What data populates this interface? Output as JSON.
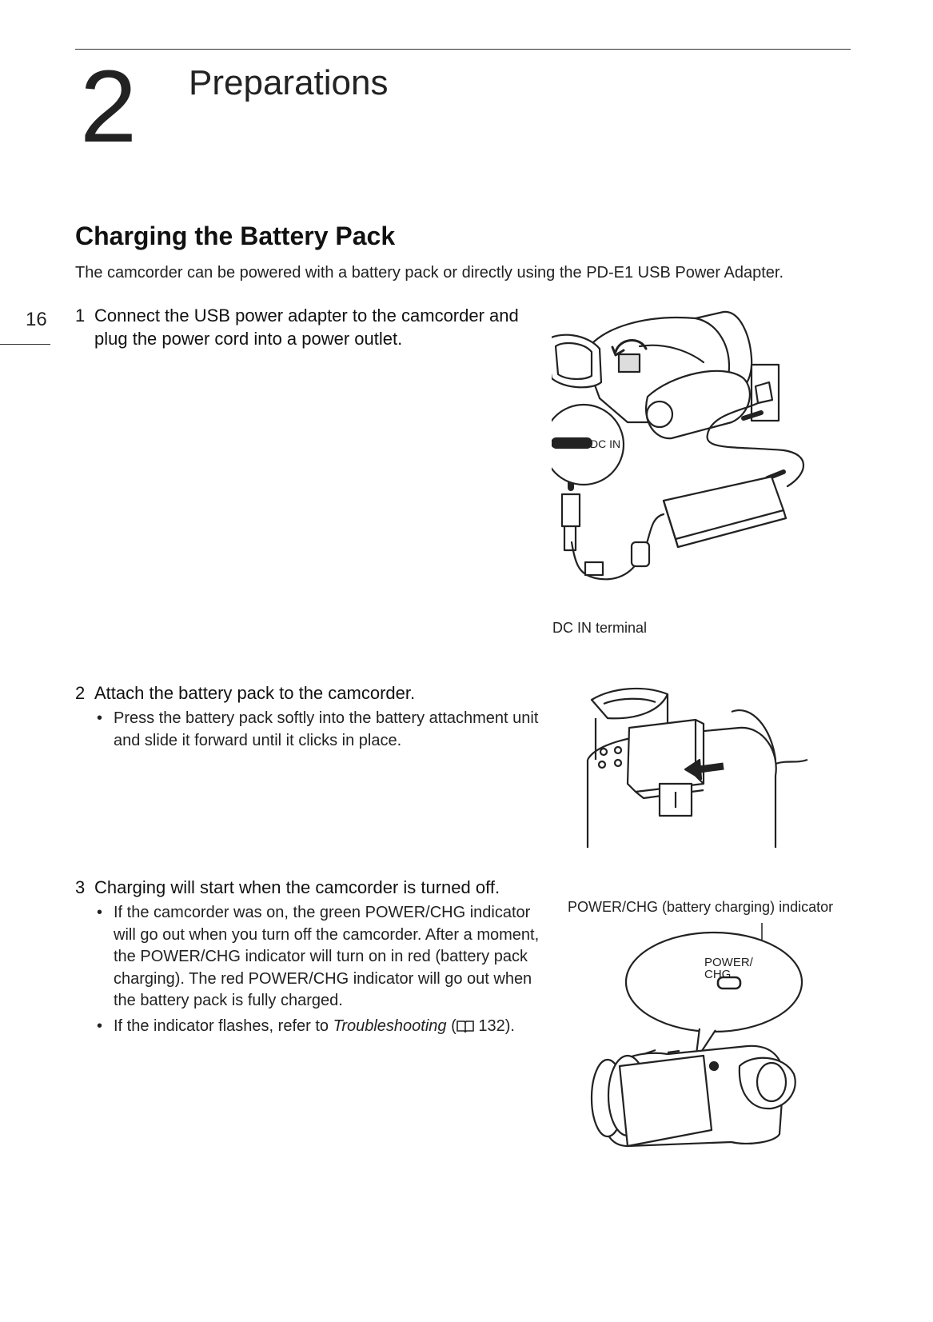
{
  "chapter": {
    "number": "2",
    "title": "Preparations"
  },
  "page_number": "16",
  "section": {
    "title": "Charging the Battery Pack",
    "intro": "The camcorder can be powered with a battery pack or directly using the PD-E1 USB Power Adapter."
  },
  "steps": [
    {
      "number": "1",
      "text": "Connect the USB power adapter to the camcorder and plug the power cord into a power outlet.",
      "bullets": []
    },
    {
      "number": "2",
      "text": "Attach the battery pack to the camcorder.",
      "bullets": [
        "Press the battery pack softly into the battery attachment unit and slide it forward until it clicks in place."
      ]
    },
    {
      "number": "3",
      "text": "Charging will start when the camcorder is turned off.",
      "bullets": [
        "If the camcorder was on, the green POWER/CHG indicator will go out when you turn off the camcorder. After a moment, the POWER/CHG indicator will turn on in red (battery pack charging). The red POWER/CHG indicator will go out when the battery pack is fully charged."
      ],
      "ref_bullet": {
        "before": "If the indicator flashes, refer to ",
        "italic": "Troubleshooting",
        "open": " (",
        "icon": "book-icon",
        "page": " 132)."
      }
    }
  ],
  "figures": {
    "fig1": {
      "terminal_label": "DC IN",
      "caption": "DC IN terminal"
    },
    "fig3": {
      "caption": "POWER/CHG (battery charging) indicator",
      "callout_line1": "POWER/",
      "callout_line2": "CHG"
    }
  }
}
